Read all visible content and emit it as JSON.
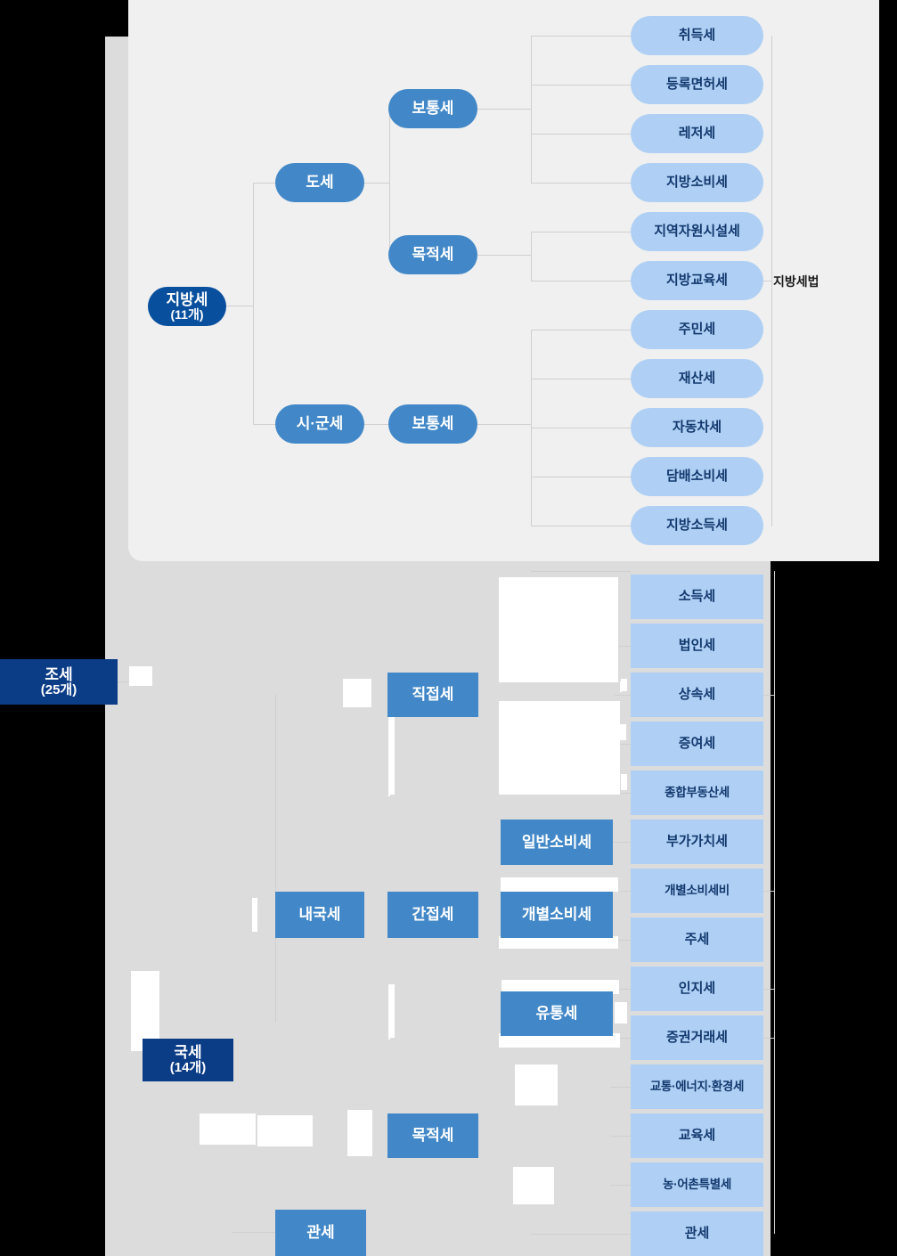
{
  "diagram": {
    "title_note": "지방세법",
    "upper": {
      "root": {
        "label": "지방세",
        "count": "(11개)"
      },
      "branches": [
        {
          "label": "도세",
          "children": [
            {
              "label": "보통세",
              "leaves": [
                "취득세",
                "등록면허세",
                "레저세",
                "지방소비세"
              ]
            },
            {
              "label": "목적세",
              "leaves": [
                "지역자원시설세",
                "지방교육세"
              ]
            }
          ]
        },
        {
          "label": "시·군세",
          "children": [
            {
              "label": "보통세",
              "leaves": [
                "주민세",
                "재산세",
                "자동차세",
                "담배소비세",
                "지방소득세"
              ]
            }
          ]
        }
      ],
      "leaf_column": [
        "취득세",
        "등록면허세",
        "레저세",
        "지방소비세",
        "지역자원시설세",
        "지방교육세",
        "주민세",
        "재산세",
        "자동차세",
        "담배소비세",
        "지방소득세"
      ]
    },
    "lower": {
      "root": {
        "label": "조세",
        "count": "(25개)"
      },
      "national": {
        "label": "국세",
        "count": "(14개)"
      },
      "groups": [
        {
          "label": "내국세"
        },
        {
          "label": "직접세"
        },
        {
          "label": "간접세"
        },
        {
          "label": "일반소비세"
        },
        {
          "label": "개별소비세"
        },
        {
          "label": "유통세"
        },
        {
          "label": "목적세"
        },
        {
          "label": "관세"
        }
      ],
      "leaf_column": [
        "소득세",
        "법인세",
        "상속세",
        "증여세",
        "종합부동산세",
        "부가가치세",
        "개별소비세비",
        "주세",
        "인지세",
        "증권거래세",
        "교통·에너지·환경세",
        "교육세",
        "농·어촌특별세",
        "관세"
      ]
    }
  },
  "colors": {
    "root_navy": "#084f9e",
    "root_navy2": "#0b3c86",
    "mid_blue": "#4288c8",
    "leaf_blue": "#afd0f4",
    "leaf_text": "#12386e",
    "panel_light": "#f0f0f0",
    "panel_gray": "#dcdcdc",
    "line": "#cfcfcf",
    "background": "#000000"
  }
}
